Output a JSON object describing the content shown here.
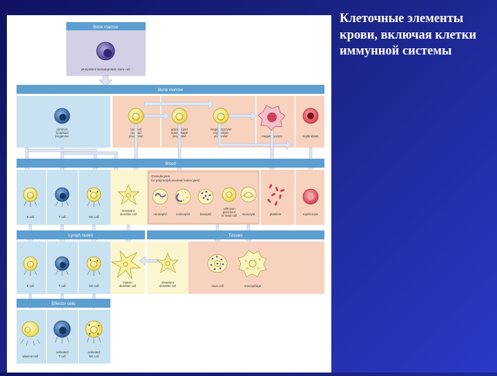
{
  "slide": {
    "title": "Клеточные элементы крови, включая клетки иммунной системы"
  },
  "figure": {
    "panels": {
      "marrow_top": "Bone marrow",
      "marrow_band": "Bone marrow",
      "blood": "Blood",
      "lymph_nodes": "Lymph nodes",
      "tissues": "Tissues",
      "effector": "Effector cells",
      "granulocytes_1": "Granulocytes",
      "granulocytes_2": "(or polymorphonuclear leukocytes)"
    },
    "stem_cell": {
      "label": "pluripotent hematopoietic stem cell"
    },
    "progenitors": [
      {
        "label": [
          "common",
          "lymphoid",
          "progenitor"
        ]
      },
      {
        "label": [
          "common",
          "myeloid",
          "progenitor"
        ]
      },
      {
        "label": [
          "granulocyte/",
          "macrophage",
          "progenitor"
        ]
      },
      {
        "label": [
          "megakaryocyte/",
          "erythrocyte",
          "progenitor"
        ]
      },
      {
        "label": [
          "megakaryocyte"
        ]
      },
      {
        "label": [
          "erythroblast"
        ]
      }
    ],
    "blood_cells": [
      {
        "label": [
          "B cell"
        ]
      },
      {
        "label": [
          "T cell"
        ]
      },
      {
        "label": [
          "NK cell"
        ]
      },
      {
        "label": [
          "immature",
          "dendritic cell"
        ]
      },
      {
        "label": [
          "neutrophil"
        ]
      },
      {
        "label": [
          "eosinophil"
        ]
      },
      {
        "label": [
          "basophil"
        ]
      },
      {
        "label": [
          "unknown",
          "precursor",
          "of mast cell"
        ]
      },
      {
        "label": [
          "monocyte"
        ]
      },
      {
        "label": [
          "platelets"
        ]
      },
      {
        "label": [
          "erythrocyte"
        ]
      }
    ],
    "lymph_cells": [
      {
        "label": [
          "B cell"
        ]
      },
      {
        "label": [
          "T cell"
        ]
      },
      {
        "label": [
          "NK cell"
        ]
      },
      {
        "label": [
          "mature",
          "dendritic cell"
        ]
      }
    ],
    "tissue_cells": [
      {
        "label": [
          "immature",
          "dendritic cell"
        ]
      },
      {
        "label": [
          "mast cell"
        ]
      },
      {
        "label": [
          "macrophage"
        ]
      }
    ],
    "effector_cells": [
      {
        "label": [
          "plasma cell"
        ]
      },
      {
        "label": [
          "activated",
          "T cell"
        ]
      },
      {
        "label": [
          "activated",
          "NK cell"
        ]
      }
    ]
  },
  "colors": {
    "header_bar": "#5d9fd0",
    "lymphoid_panel": "#c8e2f1",
    "myeloid_panel": "#f7d3bf",
    "marrow_top_panel": "#d2d0e6",
    "dendritic_panel": "#fbf5d0",
    "arrow_fill": "#dfe6f2",
    "b_cell": "#f4e56a",
    "t_cell": "#3a6fb0",
    "red_cell": "#e24a55",
    "stem_cell": "#5b4f9e"
  }
}
